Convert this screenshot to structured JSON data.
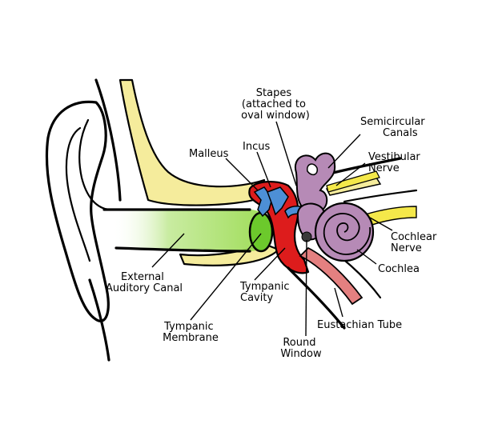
{
  "labels": {
    "stapes": [
      "Stapes",
      "(attached to",
      "oval window)"
    ],
    "incus": "Incus",
    "malleus": "Malleus",
    "semicircular_canals": [
      "Semicircular",
      "Canals"
    ],
    "vestibular_nerve": [
      "Vestibular",
      "Nerve"
    ],
    "cochlear_nerve": [
      "Cochlear",
      "Nerve"
    ],
    "cochlea": "Cochlea",
    "external_auditory_canal": [
      "External",
      "Auditory Canal"
    ],
    "tympanic_cavity": [
      "Tympanic",
      "Cavity"
    ],
    "eustachian_tube": "Eustachian Tube",
    "tympanic_membrane": [
      "Tympanic",
      "Membrane"
    ],
    "round_window": [
      "Round",
      "Window"
    ]
  },
  "colors": {
    "bone": "#f5ec9c",
    "canal": "#9ddc55",
    "membrane": "#6cc92c",
    "cavity": "#dd1c1c",
    "ossicles": "#4d8fd6",
    "inner_ear": "#b68ab6",
    "nerve": "#f4e84a",
    "tube": "#e48080"
  }
}
